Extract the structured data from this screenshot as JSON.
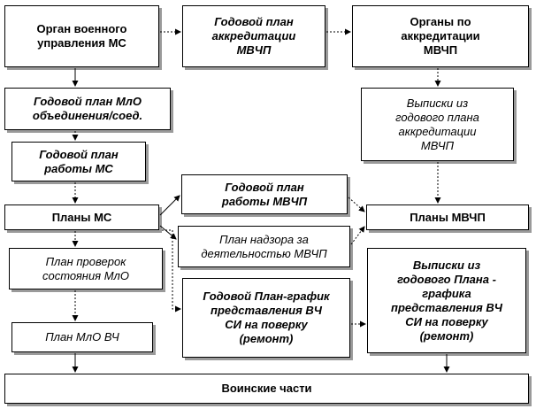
{
  "boxes": {
    "mil_admin": "Орган военного\nуправления МС",
    "annual_accr_plan": "Годовой план\nаккредитации\nМВЧП",
    "accr_bodies": "Органы по\nаккредитации\nМВЧП",
    "mlo_plan": "Годовой план МлО\nобъединения/соед.",
    "extracts_accr": "Выписки из\nгодового плана\nаккредитации\nМВЧП",
    "ms_work_plan": "Годовой план\nработы МС",
    "ms_plans": "Планы МС",
    "mvchp_work_plan": "Годовой план\nработы МВЧП",
    "supervision_plan": "План надзора за\nдеятельностью МВЧП",
    "mvchp_plans": "Планы МВЧП",
    "mlo_check_plan": "План проверок\nсостояния МлО",
    "schedule_plan": "Годовой План-график\nпредставления ВЧ\nСИ на поверку\n(ремонт)",
    "extracts_schedule": "Выписки из\nгодового Плана -\nграфика\nпредставления ВЧ\nСИ на поверку\n(ремонт)",
    "mlo_vch_plan": "План  МлО ВЧ",
    "military_units": "Воинские части"
  }
}
